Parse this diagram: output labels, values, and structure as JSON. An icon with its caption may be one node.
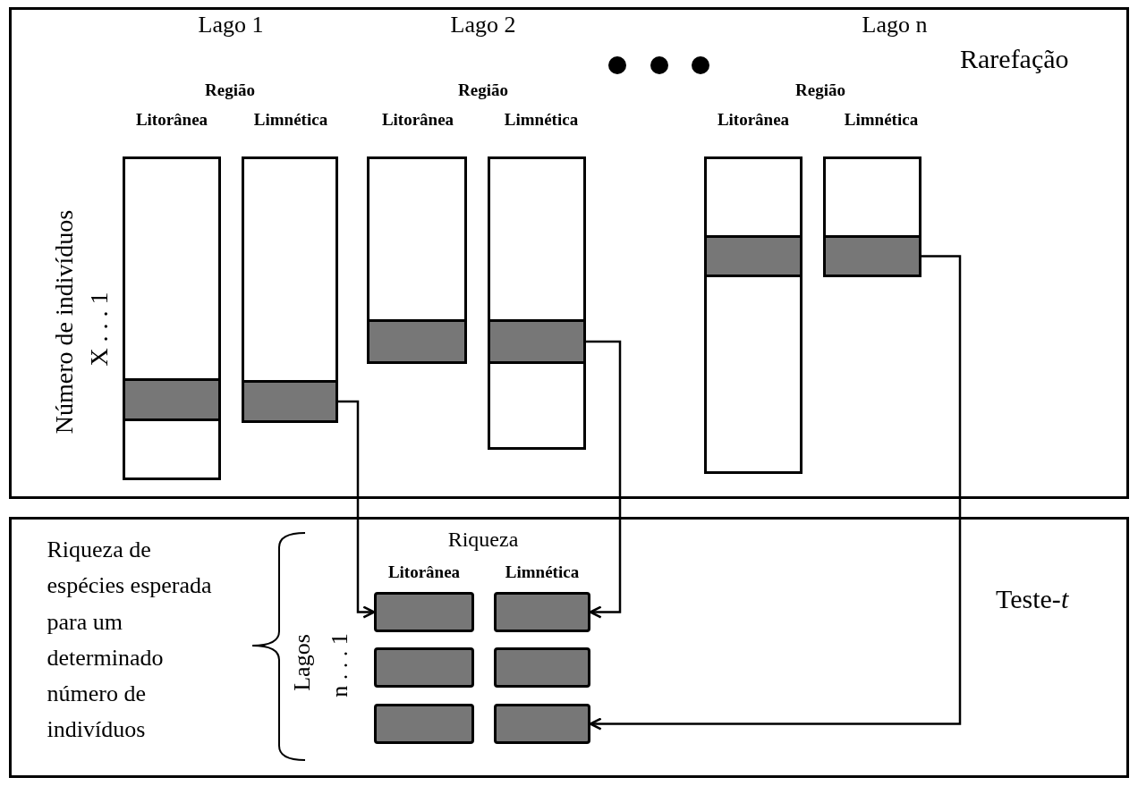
{
  "diagram": {
    "nodes": [
      {
        "text": [
          "Rarefação"
        ]
      },
      {
        "text": [],
        "shape": "bar",
        "in": 0
      },
      {
        "text": [],
        "shape": "bar",
        "in": 1
      },
      {
        "text": [],
        "shape": "bar",
        "in": 0
      },
      {
        "text": [],
        "shape": "bar",
        "in": 3
      },
      {
        "text": [],
        "shape": "bar",
        "in": 0
      },
      {
        "text": [],
        "shape": "bar",
        "in": 5
      },
      {
        "text": [],
        "shape": "bar",
        "in": 0
      },
      {
        "text": [],
        "shape": "bar",
        "in": 7
      },
      {
        "text": [],
        "shape": "bar",
        "in": 0
      },
      {
        "text": [],
        "shape": "bar",
        "in": 9
      },
      {
        "text": [],
        "shape": "bar",
        "in": 0
      },
      {
        "text": [],
        "shape": "bar",
        "in": 11
      },
      {
        "text": [
          "Teste-*t*"
        ]
      },
      {
        "text": [],
        "shape": "box",
        "in": 13
      },
      {
        "text": [],
        "shape": "box",
        "in": 13
      },
      {
        "text": [],
        "shape": "box",
        "in": 13
      },
      {
        "text": [],
        "shape": "box",
        "in": 13
      },
      {
        "text": [],
        "shape": "box",
        "in": 13
      },
      {
        "text": [],
        "shape": "box",
        "in": 13
      }
    ],
    "edges": [
      {
        "from": 4,
        "to": 14,
        "arrow": "to"
      },
      {
        "from": 8,
        "to": 15,
        "arrow": "to"
      },
      {
        "from": 12,
        "to": 19,
        "arrow": "to"
      }
    ],
    "labels": [
      "Lago 1",
      "Lago 2",
      "Lago n",
      "Região",
      "Litorânea",
      "Limnética",
      "Região",
      "Litorânea",
      "Limnética",
      "Região",
      "Litorânea",
      "Limnética",
      "Número de indivíduos",
      "X . . . 1",
      "Riqueza",
      "Litorânea",
      "Limnética",
      "Riqueza de espécies esperada para um determinado número de indivíduos",
      "Lagos",
      "n . . . 1"
    ]
  }
}
